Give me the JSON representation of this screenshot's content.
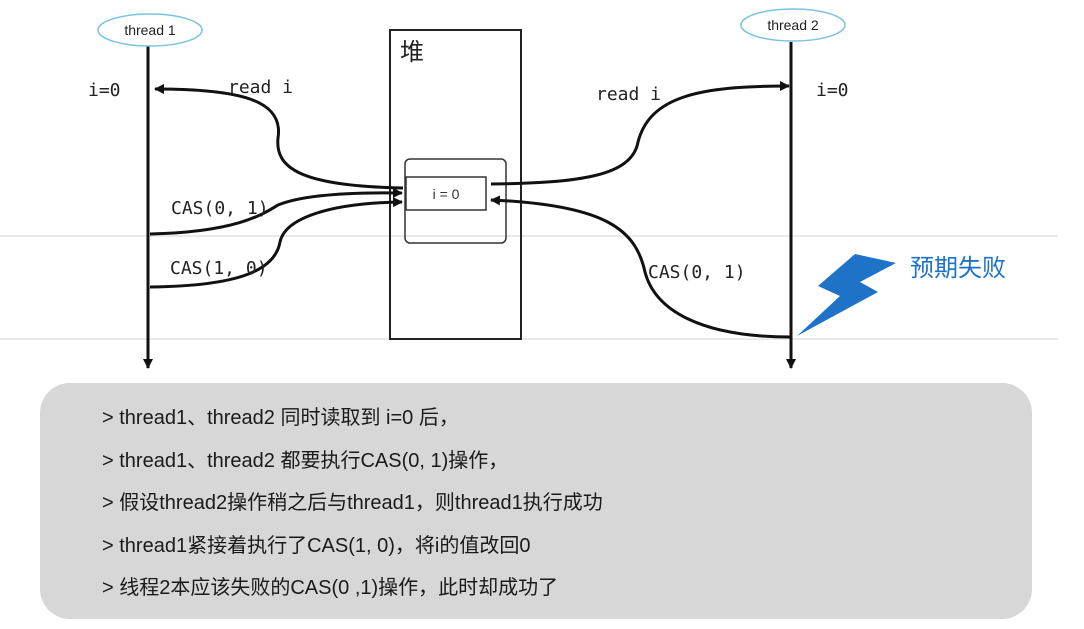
{
  "heap": {
    "label": "堆",
    "cell": "i = 0"
  },
  "thread1": {
    "name": "thread 1",
    "value": "i=0",
    "read": "read i",
    "cas_first": "CAS(0, 1)",
    "cas_second": "CAS(1, 0)"
  },
  "thread2": {
    "name": "thread 2",
    "value": "i=0",
    "read": "read i",
    "cas": "CAS(0, 1)"
  },
  "failure": {
    "label": "预期失败",
    "color": "#1e73c8"
  },
  "notes": [
    "> thread1、thread2 同时读取到 i=0 后，",
    "> thread1、thread2 都要执行CAS(0, 1)操作，",
    "> 假设thread2操作稍之后与thread1，则thread1执行成功",
    "> thread1紧接着执行了CAS(1, 0)，将i的值改回0",
    "> 线程2本应该失败的CAS(0 ,1)操作，此时却成功了"
  ]
}
